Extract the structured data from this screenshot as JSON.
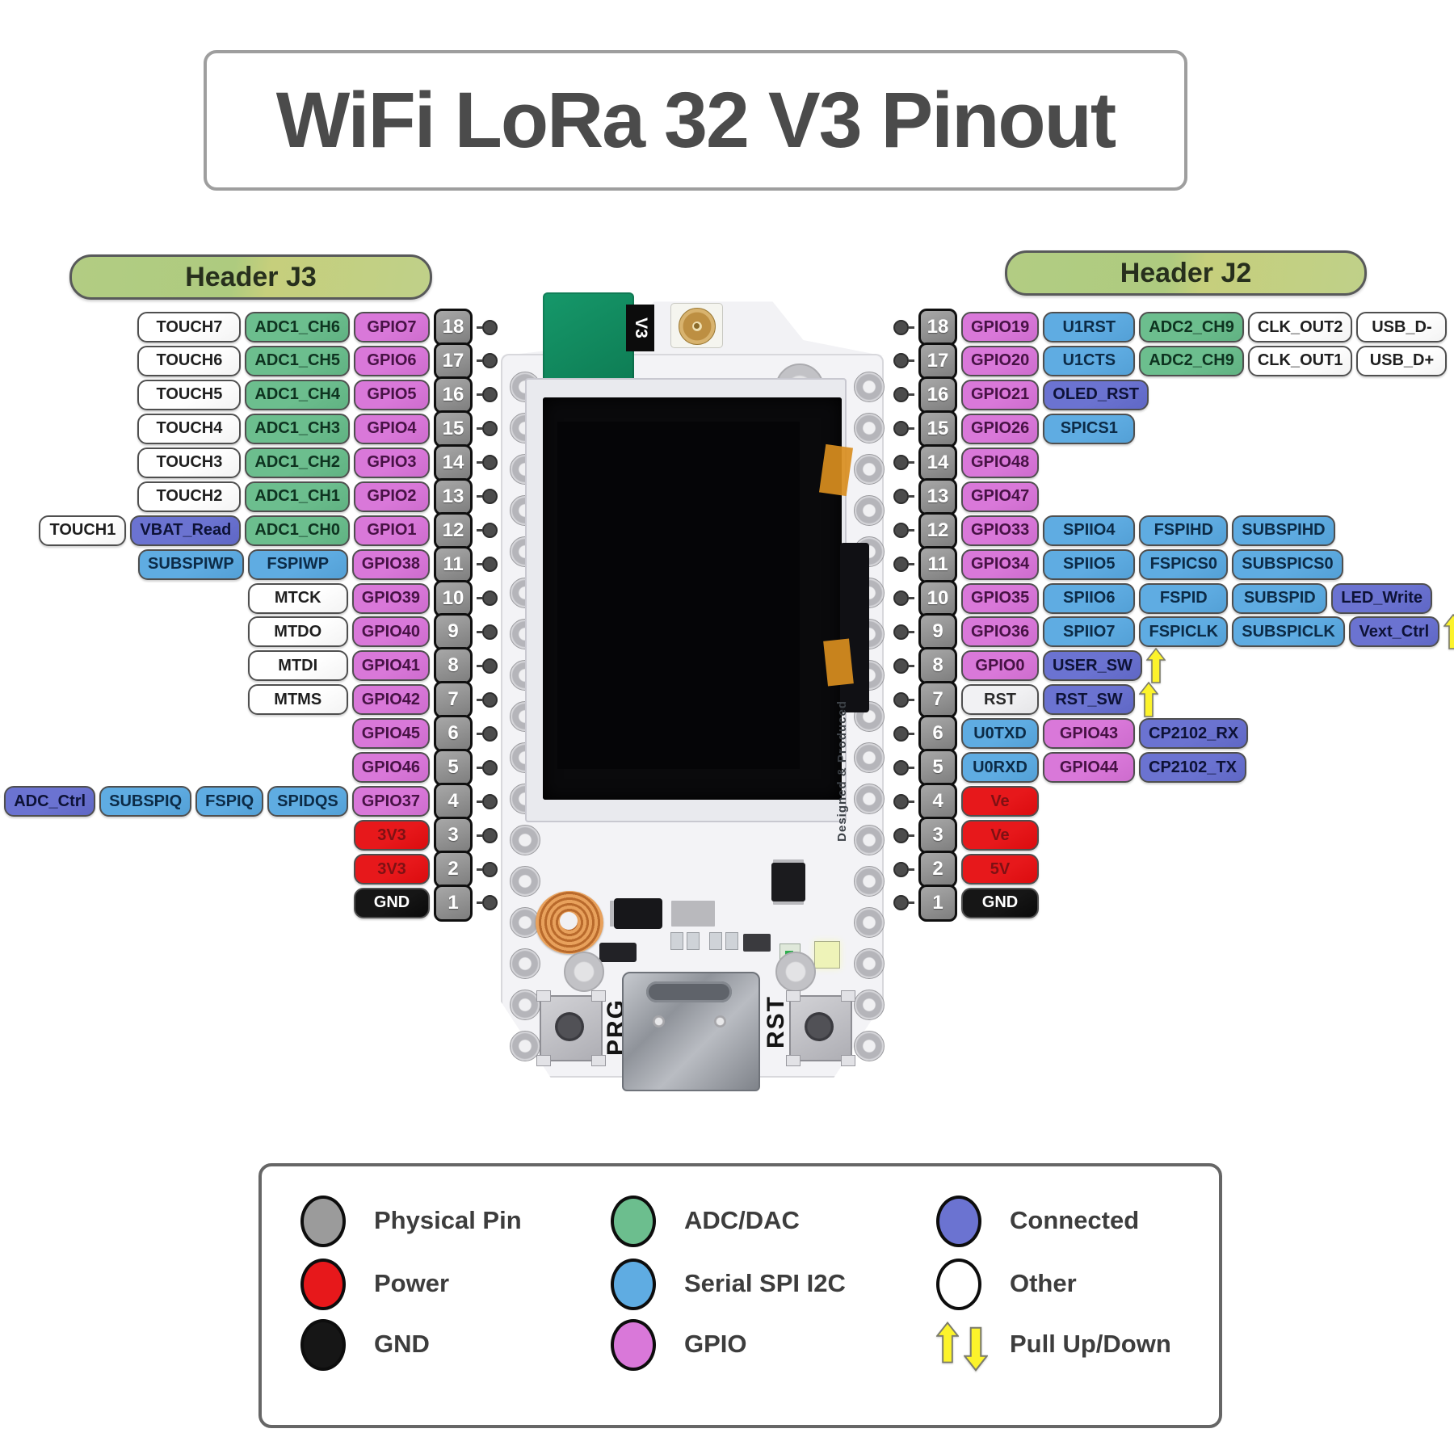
{
  "title": "WiFi LoRa 32 V3 Pinout",
  "headers": {
    "left": "Header J3",
    "right": "Header J2"
  },
  "board": {
    "module_label": "V3",
    "prg_label": "PRG",
    "rst_label": "RST",
    "film_text": "Designed & Produced"
  },
  "type_colors": {
    "physical": "#9B9B9B",
    "power": "#E7181B",
    "gnd": "#161616",
    "adc": "#6CBE8E",
    "serial": "#5FACE2",
    "gpio": "#D978D9",
    "connected": "#6B73D1",
    "other": "#FFFFFF",
    "rst": "#F1F1F3"
  },
  "left_rows": [
    {
      "pin": "18",
      "labels": [
        {
          "t": "TOUCH7",
          "c": "other"
        },
        {
          "t": "ADC1_CH6",
          "c": "adc"
        },
        {
          "t": "GPIO7",
          "c": "gpio"
        }
      ]
    },
    {
      "pin": "17",
      "labels": [
        {
          "t": "TOUCH6",
          "c": "other"
        },
        {
          "t": "ADC1_CH5",
          "c": "adc"
        },
        {
          "t": "GPIO6",
          "c": "gpio"
        }
      ]
    },
    {
      "pin": "16",
      "labels": [
        {
          "t": "TOUCH5",
          "c": "other"
        },
        {
          "t": "ADC1_CH4",
          "c": "adc"
        },
        {
          "t": "GPIO5",
          "c": "gpio"
        }
      ]
    },
    {
      "pin": "15",
      "labels": [
        {
          "t": "TOUCH4",
          "c": "other"
        },
        {
          "t": "ADC1_CH3",
          "c": "adc"
        },
        {
          "t": "GPIO4",
          "c": "gpio"
        }
      ]
    },
    {
      "pin": "14",
      "labels": [
        {
          "t": "TOUCH3",
          "c": "other"
        },
        {
          "t": "ADC1_CH2",
          "c": "adc"
        },
        {
          "t": "GPIO3",
          "c": "gpio"
        }
      ]
    },
    {
      "pin": "13",
      "labels": [
        {
          "t": "TOUCH2",
          "c": "other"
        },
        {
          "t": "ADC1_CH1",
          "c": "adc"
        },
        {
          "t": "GPIO2",
          "c": "gpio"
        }
      ]
    },
    {
      "pin": "12",
      "labels": [
        {
          "t": "TOUCH1",
          "c": "other"
        },
        {
          "t": "VBAT_Read",
          "c": "connected"
        },
        {
          "t": "ADC1_CH0",
          "c": "adc"
        },
        {
          "t": "GPIO1",
          "c": "gpio"
        }
      ]
    },
    {
      "pin": "11",
      "labels": [
        {
          "t": "SUBSPIWP",
          "c": "serial"
        },
        {
          "t": "FSPIWP",
          "c": "serial"
        },
        {
          "t": "GPIO38",
          "c": "gpio"
        }
      ]
    },
    {
      "pin": "10",
      "labels": [
        {
          "t": "MTCK",
          "c": "other"
        },
        {
          "t": "GPIO39",
          "c": "gpio"
        }
      ]
    },
    {
      "pin": "9",
      "labels": [
        {
          "t": "MTDO",
          "c": "other"
        },
        {
          "t": "GPIO40",
          "c": "gpio"
        }
      ]
    },
    {
      "pin": "8",
      "labels": [
        {
          "t": "MTDI",
          "c": "other"
        },
        {
          "t": "GPIO41",
          "c": "gpio"
        }
      ]
    },
    {
      "pin": "7",
      "labels": [
        {
          "t": "MTMS",
          "c": "other"
        },
        {
          "t": "GPIO42",
          "c": "gpio"
        }
      ]
    },
    {
      "pin": "6",
      "labels": [
        {
          "t": "GPIO45",
          "c": "gpio"
        }
      ]
    },
    {
      "pin": "5",
      "labels": [
        {
          "t": "GPIO46",
          "c": "gpio"
        }
      ]
    },
    {
      "pin": "4",
      "labels": [
        {
          "t": "",
          "c": "arrow-up"
        },
        {
          "t": "ADC_Ctrl",
          "c": "connected"
        },
        {
          "t": "SUBSPIQ",
          "c": "serial"
        },
        {
          "t": "FSPIQ",
          "c": "serial"
        },
        {
          "t": "SPIDQS",
          "c": "serial"
        },
        {
          "t": "GPIO37",
          "c": "gpio"
        }
      ]
    },
    {
      "pin": "3",
      "labels": [
        {
          "t": "3V3",
          "c": "power"
        }
      ]
    },
    {
      "pin": "2",
      "labels": [
        {
          "t": "3V3",
          "c": "power"
        }
      ]
    },
    {
      "pin": "1",
      "labels": [
        {
          "t": "GND",
          "c": "gnd"
        }
      ]
    }
  ],
  "right_rows": [
    {
      "pin": "18",
      "labels": [
        {
          "t": "GPIO19",
          "c": "gpio"
        },
        {
          "t": "U1RST",
          "c": "serial"
        },
        {
          "t": "ADC2_CH9",
          "c": "adc"
        },
        {
          "t": "CLK_OUT2",
          "c": "other"
        },
        {
          "t": "USB_D-",
          "c": "other"
        }
      ]
    },
    {
      "pin": "17",
      "labels": [
        {
          "t": "GPIO20",
          "c": "gpio"
        },
        {
          "t": "U1CTS",
          "c": "serial"
        },
        {
          "t": "ADC2_CH9",
          "c": "adc"
        },
        {
          "t": "CLK_OUT1",
          "c": "other"
        },
        {
          "t": "USB_D+",
          "c": "other"
        }
      ]
    },
    {
      "pin": "16",
      "labels": [
        {
          "t": "GPIO21",
          "c": "gpio"
        },
        {
          "t": "OLED_RST",
          "c": "connected"
        }
      ]
    },
    {
      "pin": "15",
      "labels": [
        {
          "t": "GPIO26",
          "c": "gpio"
        },
        {
          "t": "SPICS1",
          "c": "serial"
        }
      ]
    },
    {
      "pin": "14",
      "labels": [
        {
          "t": "GPIO48",
          "c": "gpio"
        }
      ]
    },
    {
      "pin": "13",
      "labels": [
        {
          "t": "GPIO47",
          "c": "gpio"
        }
      ]
    },
    {
      "pin": "12",
      "labels": [
        {
          "t": "GPIO33",
          "c": "gpio"
        },
        {
          "t": "SPIIO4",
          "c": "serial"
        },
        {
          "t": "FSPIHD",
          "c": "serial"
        },
        {
          "t": "SUBSPIHD",
          "c": "serial"
        }
      ]
    },
    {
      "pin": "11",
      "labels": [
        {
          "t": "GPIO34",
          "c": "gpio"
        },
        {
          "t": "SPIIO5",
          "c": "serial"
        },
        {
          "t": "FSPICS0",
          "c": "serial"
        },
        {
          "t": "SUBSPICS0",
          "c": "serial"
        }
      ]
    },
    {
      "pin": "10",
      "labels": [
        {
          "t": "GPIO35",
          "c": "gpio"
        },
        {
          "t": "SPIIO6",
          "c": "serial"
        },
        {
          "t": "FSPID",
          "c": "serial"
        },
        {
          "t": "SUBSPID",
          "c": "serial"
        },
        {
          "t": "LED_Write",
          "c": "connected"
        }
      ]
    },
    {
      "pin": "9",
      "labels": [
        {
          "t": "GPIO36",
          "c": "gpio"
        },
        {
          "t": "SPIIO7",
          "c": "serial"
        },
        {
          "t": "FSPICLK",
          "c": "serial"
        },
        {
          "t": "SUBSPICLK",
          "c": "serial"
        },
        {
          "t": "Vext_Ctrl",
          "c": "connected"
        },
        {
          "t": "",
          "c": "arrow-up"
        }
      ]
    },
    {
      "pin": "8",
      "labels": [
        {
          "t": "GPIO0",
          "c": "gpio"
        },
        {
          "t": "USER_SW",
          "c": "connected"
        },
        {
          "t": "",
          "c": "arrow-up"
        }
      ]
    },
    {
      "pin": "7",
      "labels": [
        {
          "t": "RST",
          "c": "rst"
        },
        {
          "t": "RST_SW",
          "c": "connected"
        },
        {
          "t": "",
          "c": "arrow-up"
        }
      ]
    },
    {
      "pin": "6",
      "labels": [
        {
          "t": "U0TXD",
          "c": "serial"
        },
        {
          "t": "GPIO43",
          "c": "gpio"
        },
        {
          "t": "CP2102_RX",
          "c": "connected"
        }
      ]
    },
    {
      "pin": "5",
      "labels": [
        {
          "t": "U0RXD",
          "c": "serial"
        },
        {
          "t": "GPIO44",
          "c": "gpio"
        },
        {
          "t": "CP2102_TX",
          "c": "connected"
        }
      ]
    },
    {
      "pin": "4",
      "labels": [
        {
          "t": "Ve",
          "c": "power"
        }
      ]
    },
    {
      "pin": "3",
      "labels": [
        {
          "t": "Ve",
          "c": "power"
        }
      ]
    },
    {
      "pin": "2",
      "labels": [
        {
          "t": "5V",
          "c": "power"
        }
      ]
    },
    {
      "pin": "1",
      "labels": [
        {
          "t": "GND",
          "c": "gnd"
        }
      ]
    }
  ],
  "legend": {
    "items": [
      {
        "label": "Physical Pin",
        "type": "physical"
      },
      {
        "label": "Power",
        "type": "power"
      },
      {
        "label": "GND",
        "type": "gnd"
      },
      {
        "label": "ADC/DAC",
        "type": "adc"
      },
      {
        "label": "Serial SPI I2C",
        "type": "serial"
      },
      {
        "label": "GPIO",
        "type": "gpio"
      },
      {
        "label": "Connected",
        "type": "connected"
      },
      {
        "label": "Other",
        "type": "other"
      },
      {
        "label": "Pull Up/Down",
        "type": "pull"
      }
    ]
  }
}
